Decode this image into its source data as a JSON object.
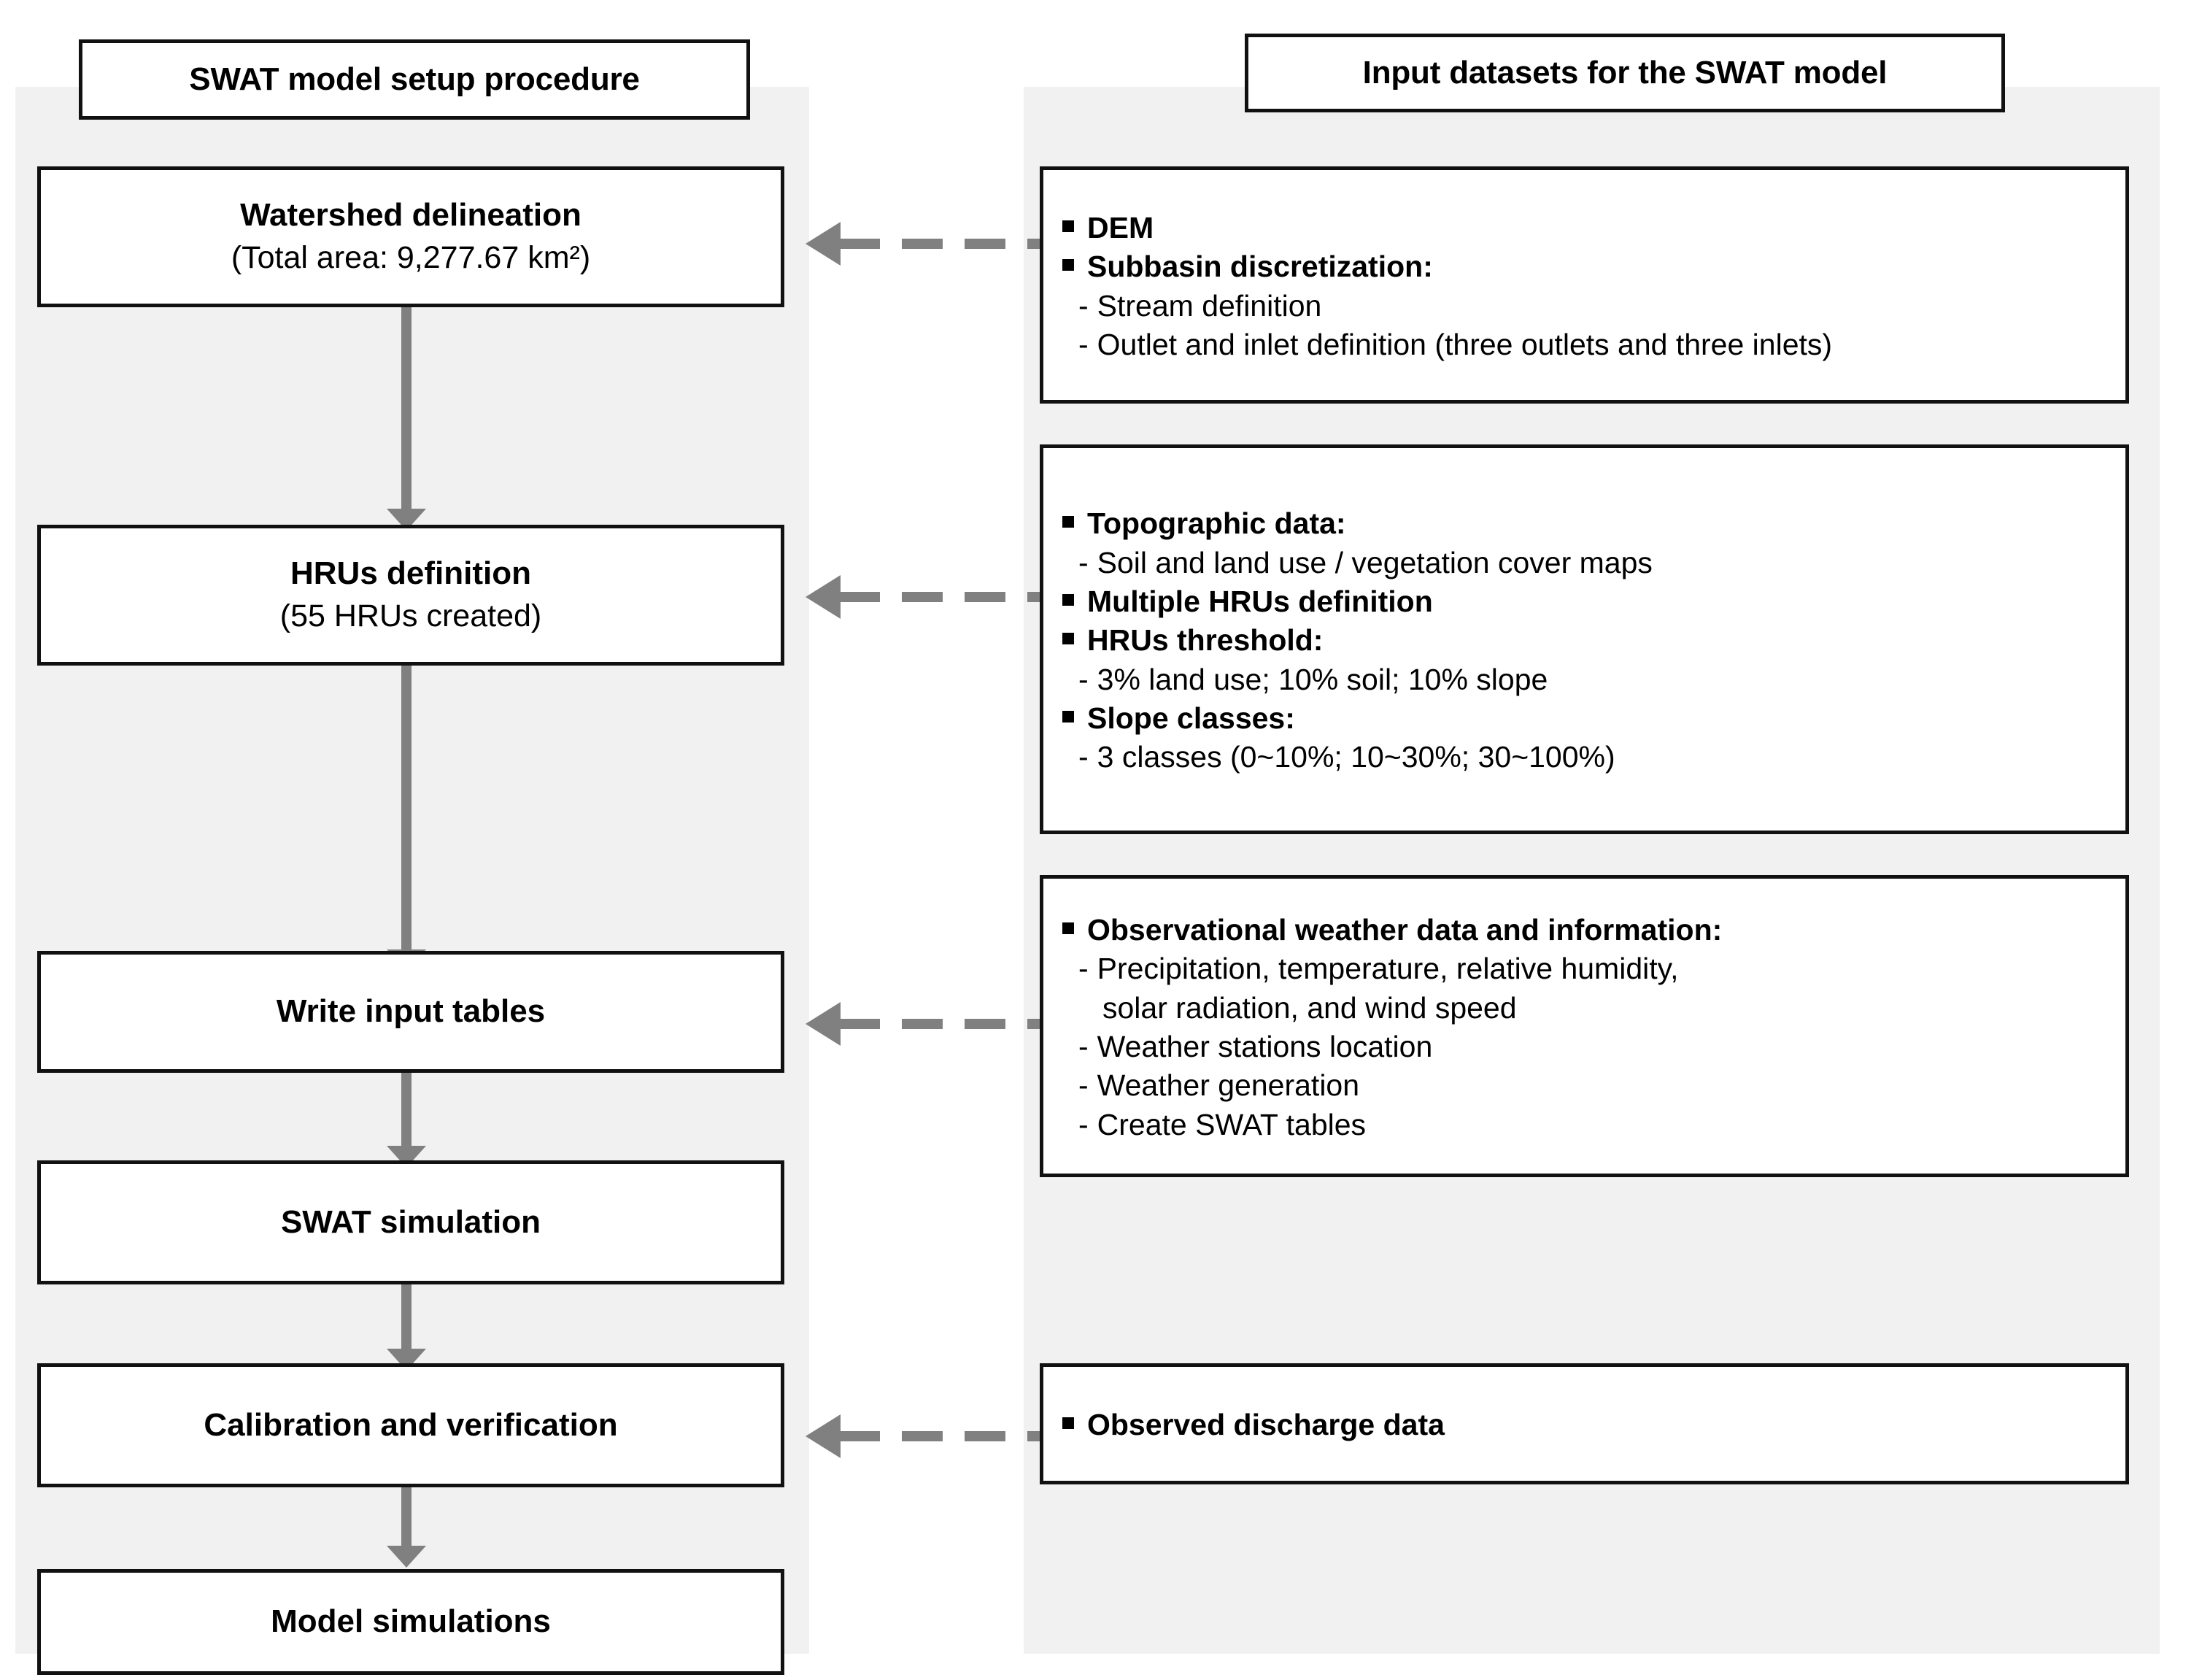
{
  "left_column": {
    "header": {
      "label": "SWAT model setup procedure"
    },
    "steps": [
      {
        "main": "Watershed delineation",
        "sub": "(Total area: 9,277.67 km²)"
      },
      {
        "main": "HRUs definition",
        "sub": "(55 HRUs created)"
      },
      {
        "main": "Write input tables",
        "sub": ""
      },
      {
        "main": "SWAT simulation",
        "sub": ""
      },
      {
        "main": "Calibration  and verification",
        "sub": ""
      },
      {
        "main": "Model simulations",
        "sub": ""
      }
    ]
  },
  "right_column": {
    "header": {
      "label": "Input datasets for the SWAT model"
    },
    "datasets": [
      {
        "lines": [
          {
            "kind": "bullet",
            "text": "DEM"
          },
          {
            "kind": "bullet",
            "text": "Subbasin  discretization:"
          },
          {
            "kind": "dash",
            "text": "Stream definition"
          },
          {
            "kind": "dash",
            "text": "Outlet and inlet definition (three outlets and three inlets)"
          }
        ]
      },
      {
        "lines": [
          {
            "kind": "bullet",
            "text": "Topographic data:"
          },
          {
            "kind": "dash",
            "text": "Soil and land use / vegetation cover maps"
          },
          {
            "kind": "bullet",
            "text": "Multiple HRUs definition"
          },
          {
            "kind": "bullet",
            "text": "HRUs threshold:"
          },
          {
            "kind": "dash",
            "text": "3% land use; 10% soil; 10% slope"
          },
          {
            "kind": "bullet",
            "text": "Slope classes:"
          },
          {
            "kind": "dash",
            "text": "3 classes (0~10%; 10~30%; 30~100%)"
          }
        ]
      },
      {
        "lines": [
          {
            "kind": "bullet",
            "text": "Observational weather data and information:"
          },
          {
            "kind": "dash",
            "text": "Precipitation, temperature, relative humidity,"
          },
          {
            "kind": "cont",
            "text": "solar radiation, and wind speed"
          },
          {
            "kind": "dash",
            "text": "Weather stations location"
          },
          {
            "kind": "dash",
            "text": "Weather generation"
          },
          {
            "kind": "dash",
            "text": "Create SWAT tables"
          }
        ]
      },
      {
        "lines": [
          {
            "kind": "bullet",
            "text": "Observed discharge data"
          }
        ]
      }
    ]
  },
  "connectors": {
    "dash_glyph": "-",
    "arrow_color": "#808080",
    "panel_color": "#f1f1f1",
    "border_color": "#111111"
  }
}
